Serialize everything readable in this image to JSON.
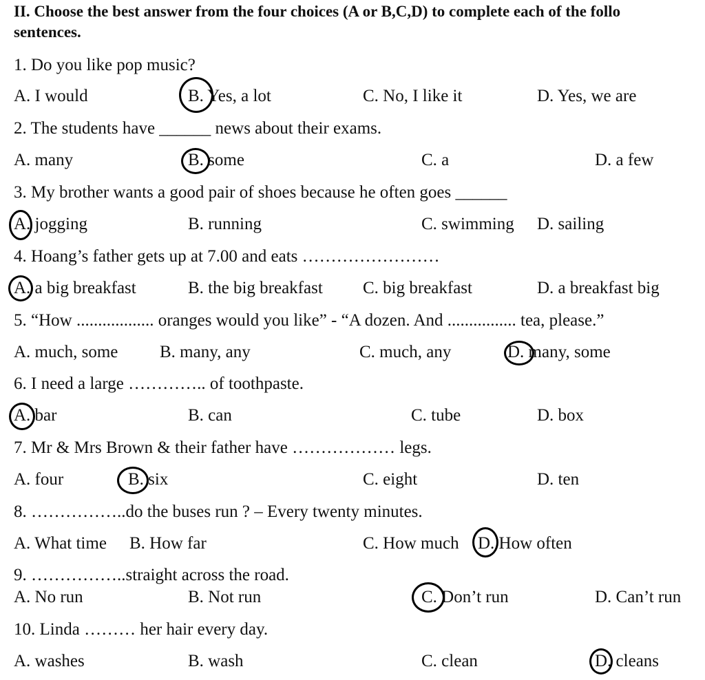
{
  "heading": {
    "line1": "II. Choose the best answer from the four choices (A or B,C,D) to complete each of the follo",
    "line2": "sentences."
  },
  "questions": [
    {
      "text": "1. Do you like pop music?",
      "options": [
        "A. I would",
        "B. Yes, a lot",
        "C. No, I like it",
        "D. Yes, we are"
      ],
      "circled": "B"
    },
    {
      "text": "2. The students have ______ news about their exams.",
      "options": [
        "A. many",
        "B. some",
        "C. a",
        "D. a few"
      ],
      "circled": "B"
    },
    {
      "text": "3. My brother wants a good pair of shoes because he often goes ______",
      "options": [
        "A. jogging",
        "B. running",
        "C. swimming",
        "D. sailing"
      ],
      "circled": "A"
    },
    {
      "text": "4. Hoang’s father gets up at 7.00 and eats ……………………",
      "options": [
        "A. a big breakfast",
        "B. the big breakfast",
        "C. big breakfast",
        "D. a breakfast big"
      ],
      "circled": "A"
    },
    {
      "text": "5. “How .................. oranges would you like” - “A dozen. And ................ tea, please.”",
      "options": [
        "A. much, some",
        "B. many, any",
        "C. much, any",
        "D. many, some"
      ],
      "circled": "D"
    },
    {
      "text": "6. I need  a large ………….. of toothpaste.",
      "options": [
        "A. bar",
        "B. can",
        "C. tube",
        "D. box"
      ],
      "circled": "A"
    },
    {
      "text": "7. Mr & Mrs Brown & their father have ……………… legs.",
      "options": [
        "A. four",
        "B. six",
        "C. eight",
        "D.  ten"
      ],
      "circled": "B"
    },
    {
      "text": "8. ……………..do the buses run ? – Every twenty minutes.",
      "options": [
        "A. What time",
        "B. How far",
        "C. How much",
        "D. How often"
      ],
      "circled": "D"
    },
    {
      "text": "9. ……………..straight across the road.",
      "options": [
        "A. No run",
        "B. Not run",
        "C. Don’t run",
        "D. Can’t run"
      ],
      "circled": "C"
    },
    {
      "text": "10. Linda ……… her hair every day.",
      "options": [
        "A. washes",
        "B. wash",
        "C. clean",
        "D. cleans"
      ],
      "circled": "D"
    }
  ]
}
